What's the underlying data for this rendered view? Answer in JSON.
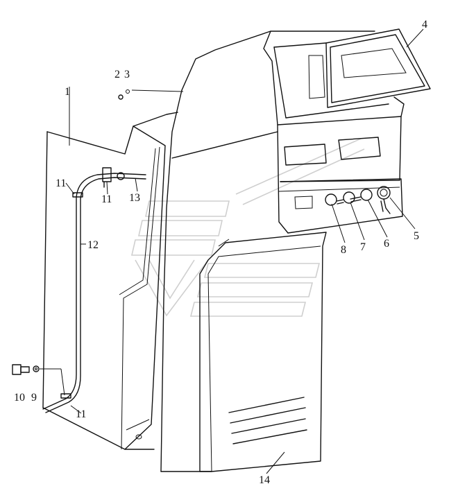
{
  "callouts": [
    {
      "id": "c1",
      "text": "1"
    },
    {
      "id": "c2",
      "text": "2"
    },
    {
      "id": "c3",
      "text": "3"
    },
    {
      "id": "c4",
      "text": "4"
    },
    {
      "id": "c5",
      "text": "5"
    },
    {
      "id": "c6",
      "text": "6"
    },
    {
      "id": "c7",
      "text": "7"
    },
    {
      "id": "c8",
      "text": "8"
    },
    {
      "id": "c9",
      "text": "9"
    },
    {
      "id": "c10",
      "text": "10"
    },
    {
      "id": "c11a",
      "text": "11"
    },
    {
      "id": "c11b",
      "text": "11"
    },
    {
      "id": "c11c",
      "text": "11"
    },
    {
      "id": "c12",
      "text": "12"
    },
    {
      "id": "c13",
      "text": "13"
    },
    {
      "id": "c14",
      "text": "14"
    }
  ]
}
